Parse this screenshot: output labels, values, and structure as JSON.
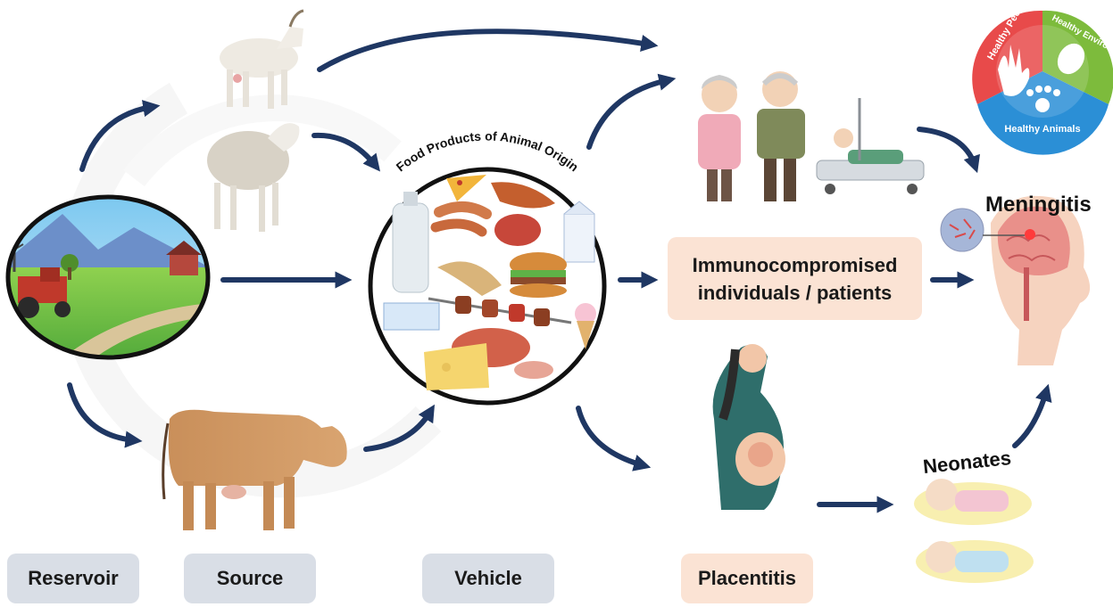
{
  "stages": {
    "reservoir": "Reservoir",
    "source": "Source",
    "vehicle": "Vehicle",
    "placentitis": "Placentitis"
  },
  "vehicle_circle": {
    "arc_title": "Food Products of Animal Origin"
  },
  "targets": {
    "immunocompromised_line1": "Immunocompromised",
    "immunocompromised_line2": "individuals / patients",
    "meningitis": "Meningitis",
    "neonates": "Neonates"
  },
  "one_health": {
    "healthy_people": "Healthy People",
    "healthy_environment": "Healthy Environment",
    "healthy_animals": "Healthy Animals"
  },
  "colors": {
    "arrow": "#1f3763",
    "box_gray": "#d9dee6",
    "box_peach": "#fbe3d4",
    "one_health_red": "#e84a4a",
    "one_health_green": "#7dbb3c",
    "one_health_blue": "#2b8fd6"
  }
}
